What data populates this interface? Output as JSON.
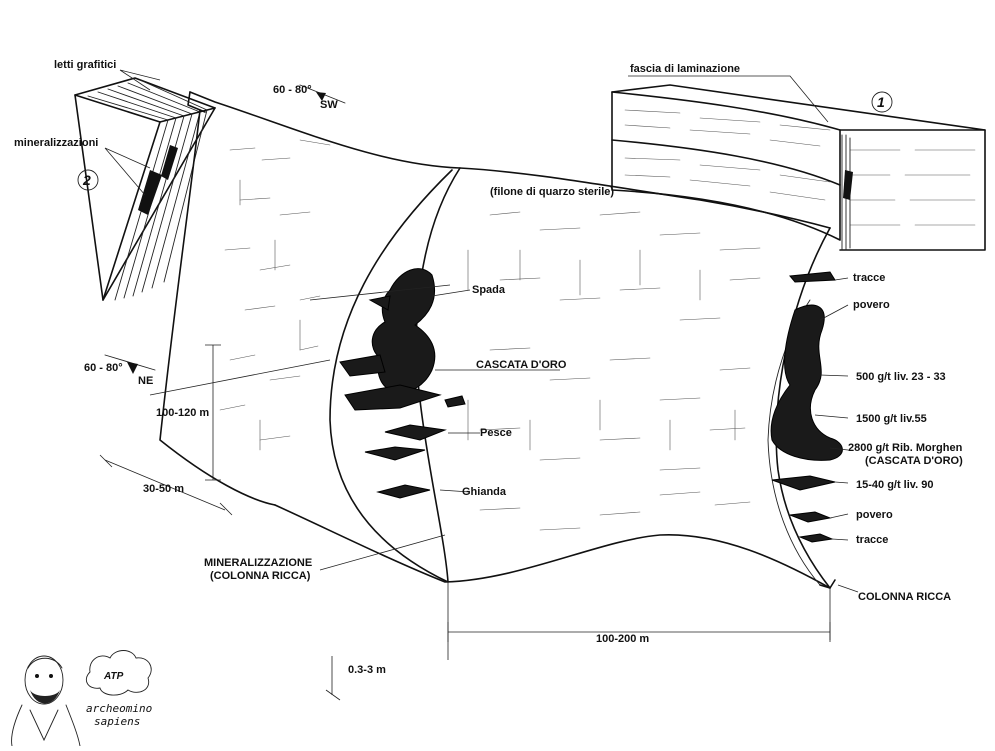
{
  "labels": {
    "letti_grafitici": "letti grafitici",
    "mineralizzazioni": "mineralizzazioni",
    "circle2": "2",
    "dip_sw_value": "60 - 80°",
    "dip_sw_dir": "SW",
    "dip_ne_value": "60 - 80°",
    "dip_ne_dir": "NE",
    "fascia": "fascia di laminazione",
    "circle1": "1",
    "filone": "(filone di quarzo sterile)",
    "spada": "Spada",
    "cascata": "CASCATA D'ORO",
    "pesce": "Pesce",
    "ghianda": "Ghianda",
    "height": "100-120 m",
    "length": "30-50 m",
    "mineral_line1": "MINERALIZZAZIONE",
    "mineral_line2": "(COLONNA RICCA)",
    "width": "100-200 m",
    "thickness": "0.3-3 m",
    "colonna": "COLONNA RICCA"
  },
  "grades": [
    "tracce",
    "povero",
    "500 g/t  liv. 23 - 33",
    "1500 g/t  liv.55",
    "2800 g/t  Rib. Morghen",
    "(CASCATA D'ORO)",
    "15-40 g/t  liv. 90",
    "povero",
    "tracce"
  ],
  "logo": {
    "line1": "archeomino",
    "line2": "sapiens"
  }
}
